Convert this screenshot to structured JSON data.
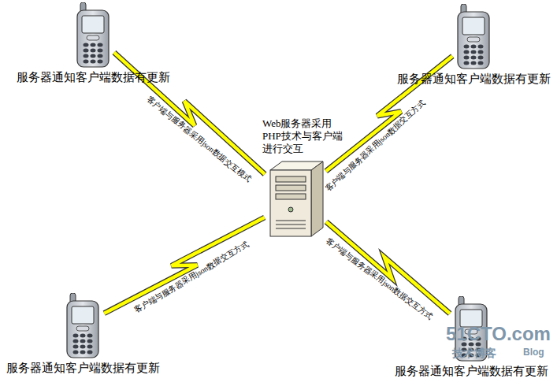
{
  "diagram": {
    "nodes": [
      {
        "text": [
          "服务器通知客户端数据有更新"
        ]
      },
      {
        "text": [
          "服务器通知客户端数据有更新"
        ]
      },
      {
        "text": [
          "Web服务器采用PHP技术与客户端进行交互"
        ]
      },
      {
        "text": [
          "服务器通知客户端数据有更新"
        ]
      },
      {
        "text": [
          "服务器通知客户端数据有更新"
        ]
      }
    ],
    "edges": [
      {
        "from": 2,
        "to": 0,
        "arrow": "none",
        "label": "客户端与服务器采用json数据交互模式"
      },
      {
        "from": 2,
        "to": 1,
        "arrow": "none",
        "label": "客户端与服务器采用json数据交互方式"
      },
      {
        "from": 2,
        "to": 3,
        "arrow": "none",
        "label": "客户端与服务器采用json数据交互方式"
      },
      {
        "from": 2,
        "to": 4,
        "arrow": "none",
        "label": "客户端与服务器采用json数据交互方式"
      }
    ],
    "labels": [
      "51CTO.com",
      "技术博客",
      "Blog"
    ]
  }
}
